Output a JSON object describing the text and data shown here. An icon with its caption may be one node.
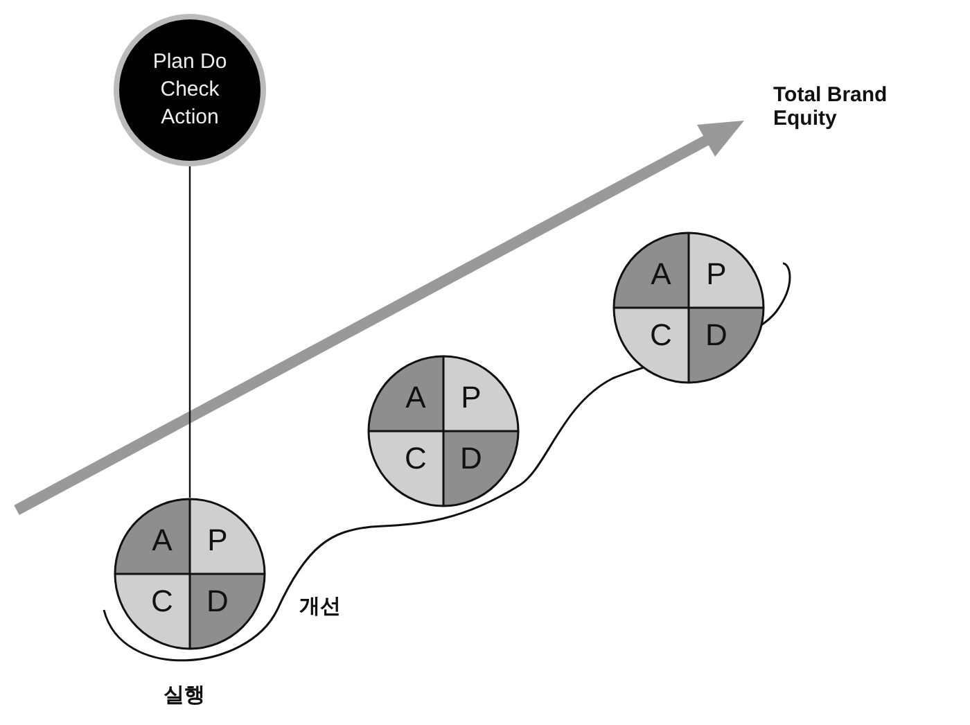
{
  "diagram": {
    "nodes": [
      {
        "text": [
          "Plan Do Check Action"
        ]
      },
      {
        "text": [
          "A",
          "P",
          "C",
          "D"
        ]
      },
      {
        "text": [
          "A",
          "P",
          "C",
          "D"
        ]
      },
      {
        "text": [
          "A",
          "P",
          "C",
          "D"
        ]
      }
    ],
    "edges": [
      {
        "from": 0,
        "to": 1,
        "arrow": "none"
      }
    ],
    "labels": [
      "Total Brand Equity",
      "개선",
      "실행"
    ]
  }
}
